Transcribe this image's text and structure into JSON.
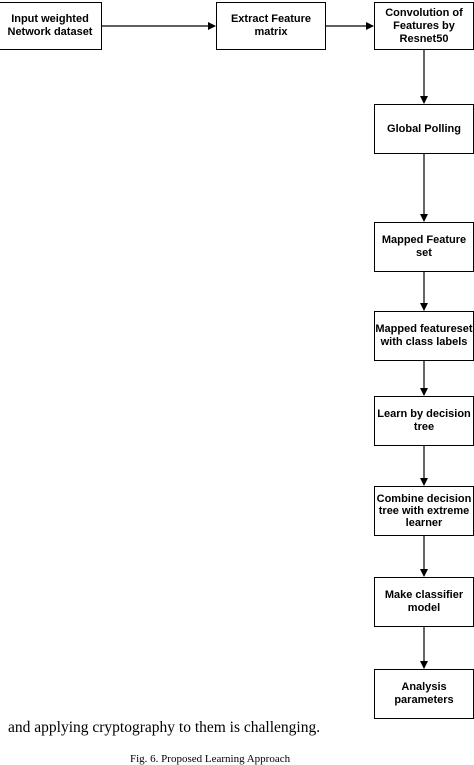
{
  "nodes": [
    {
      "id": "input",
      "label": "Input weighted Network dataset"
    },
    {
      "id": "extract",
      "label": "Extract  Feature matrix"
    },
    {
      "id": "conv",
      "label": "Convolution of Features by Resnet50"
    },
    {
      "id": "pool",
      "label": "Global Polling"
    },
    {
      "id": "mapped",
      "label": "Mapped Feature set"
    },
    {
      "id": "mapped-labels",
      "label": "Mapped featureset with class labels"
    },
    {
      "id": "learn",
      "label": "Learn by decision tree"
    },
    {
      "id": "combine",
      "label": "Combine decision tree with extreme learner"
    },
    {
      "id": "classifier",
      "label": "Make classifier model"
    },
    {
      "id": "analysis",
      "label": "Analysis parameters"
    }
  ],
  "edges": [
    {
      "from": "input",
      "to": "extract"
    },
    {
      "from": "extract",
      "to": "conv"
    },
    {
      "from": "conv",
      "to": "pool"
    },
    {
      "from": "pool",
      "to": "mapped"
    },
    {
      "from": "mapped",
      "to": "mapped-labels"
    },
    {
      "from": "mapped-labels",
      "to": "learn"
    },
    {
      "from": "learn",
      "to": "combine"
    },
    {
      "from": "combine",
      "to": "classifier"
    },
    {
      "from": "classifier",
      "to": "analysis"
    }
  ],
  "body_text": "and applying cryptography to them is challenging.",
  "caption": "Fig. 6. Proposed Learning Approach"
}
